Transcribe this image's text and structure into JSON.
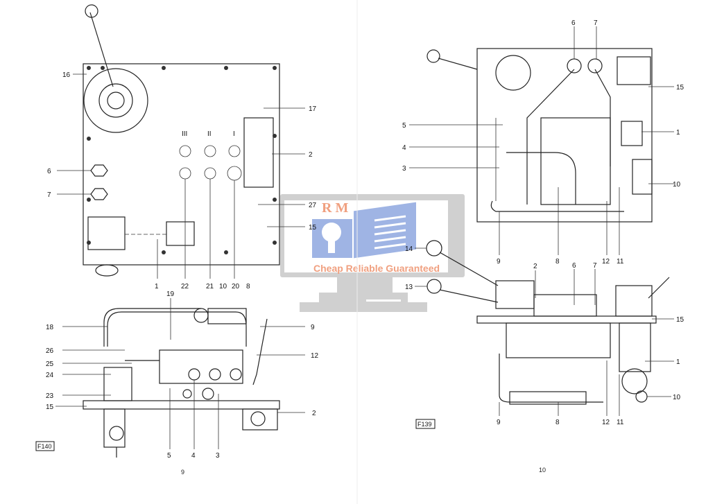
{
  "left_page": {
    "figure_id": "F140",
    "page_number": "9",
    "top_view_labels": [
      "16",
      "17",
      "2",
      "6",
      "7",
      "III",
      "II",
      "I",
      "27",
      "15",
      "1",
      "22",
      "21",
      "10",
      "20",
      "8"
    ],
    "side_view_labels": [
      "19",
      "18",
      "9",
      "26",
      "25",
      "12",
      "24",
      "23",
      "15",
      "2",
      "5",
      "4",
      "3"
    ]
  },
  "right_page": {
    "figure_id": "F139",
    "page_number": "10",
    "top_view_labels": [
      "6",
      "7",
      "15",
      "5",
      "1",
      "4",
      "3",
      "10",
      "9",
      "8",
      "12",
      "11"
    ],
    "side_view_labels": [
      "14",
      "13",
      "2",
      "6",
      "7",
      "15",
      "1",
      "10",
      "9",
      "8",
      "12",
      "11"
    ]
  },
  "watermark": {
    "initials": "R M",
    "tagline": "Cheap Reliable Guaranteed",
    "colors": {
      "screen": "#c8c8c8",
      "logo": "#8fa8e0",
      "text": "#f0a080"
    }
  }
}
